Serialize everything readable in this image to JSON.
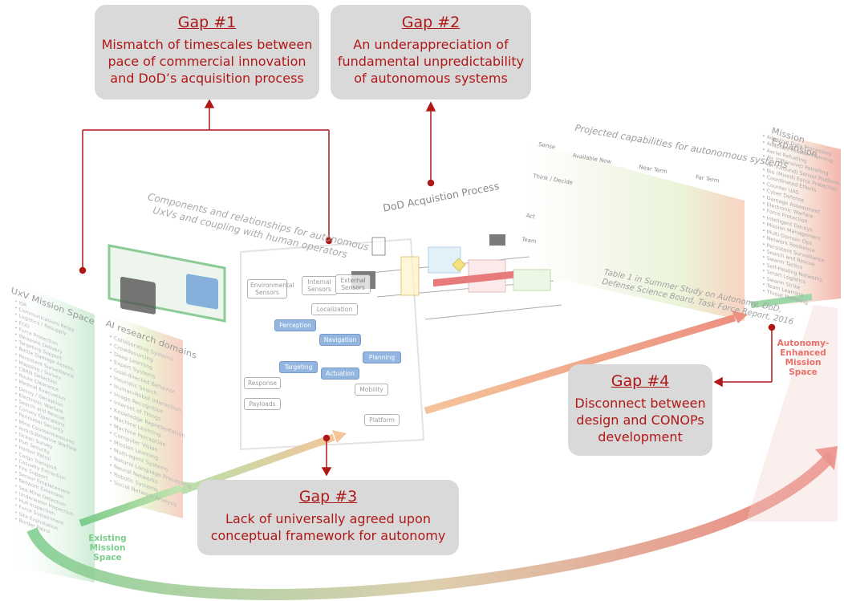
{
  "gaps": [
    {
      "title": "Gap #1",
      "lines": [
        "Mismatch of timescales between",
        "pace of commercial innovation",
        "and DoD’s acquisition process"
      ]
    },
    {
      "title": "Gap #2",
      "lines": [
        "An underappreciation of",
        "fundamental unpredictability",
        "of autonomous systems"
      ]
    },
    {
      "title": "Gap #3",
      "lines": [
        "Lack of universally agreed upon",
        "conceptual framework for autonomy"
      ]
    },
    {
      "title": "Gap #4",
      "lines": [
        "Disconnect between",
        "design and CONOPs",
        "development"
      ]
    }
  ],
  "panels": {
    "uxv": {
      "title": "UxV Mission Space",
      "items": [
        "ISR",
        "Communications Relay",
        "Logistics / Resupply",
        "EOD",
        "Force Protection",
        "Weapons Delivery",
        "Targeting Support",
        "Battle Damage Assess.",
        "Persistent Surveillance",
        "Mapping / Survey",
        "CBRN Detection",
        "Route Clearance",
        "Medical Evacuation",
        "Decoy / Deception",
        "Electronic Warfare",
        "Search and Rescue",
        "Convoy Operations",
        "Perimeter Security",
        "Mine Countermeasures",
        "Anti-Submarine Warfare",
        "Ocean Survey",
        "Port Security",
        "Harbor Patrol",
        "Cargo Transport",
        "Casualty Extraction",
        "Fire Support",
        "Sensor Emplacement",
        "Network Extension",
        "Sea Mine Detection",
        "Underwater Inspection",
        "Hull Inspection",
        "Force Sustainment",
        "Site Exploitation",
        "Border Patrol"
      ]
    },
    "ai": {
      "title": "AI research domains",
      "items": [
        "Collaborative Systems",
        "Crowdsourcing",
        "Deep Learning",
        "Expert Systems",
        "Goal-directed Behavior",
        "Heuristic Search",
        "Human-Robot Interaction",
        "Image Recognition",
        "Internet of Things",
        "Knowledge Representation",
        "Machine Learning",
        "Machine Perception",
        "Computer Vision",
        "Mission Learning",
        "Multi-agent Systems",
        "Natural Language Processing",
        "Neural Networks",
        "Robotic Systems",
        "Social Network Analysis"
      ]
    },
    "components": {
      "title_lines": [
        "Components and relationships for autonomous",
        "UxVs and coupling with human operators"
      ],
      "boxes": [
        "Environmental Sensors",
        "Internal Sensors",
        "External Sensors",
        "Localization",
        "Perception",
        "Navigation",
        "Planning",
        "Targeting",
        "Actuation",
        "Response",
        "Payloads",
        "Mobility",
        "Platform"
      ]
    },
    "acquisition": {
      "title": "DoD Acquistion Process"
    },
    "capabilities": {
      "title": "Projected capabilities for autonomous systems",
      "caption_lines": [
        "Table 1 in Summer Study on Autonomy, DoD,",
        "Defense Science Board, Task Force Report, 2016"
      ],
      "rows": [
        "Sense",
        "Think / Decide",
        "Act",
        "Team"
      ],
      "columns": [
        "Available Now",
        "Near Term",
        "Far Term"
      ]
    },
    "mission": {
      "title": "Mission Expansion",
      "items": [
        "Adaptive Data Processing",
        "Adaptive Mission Planning",
        "Aerial Refueling",
        "Air (Offensive) Patrolling",
        "Air (Ground) Sensor Platform",
        "Bio (Mixed) Force Protection",
        "Coordinated Effects",
        "Counter UAS",
        "Cyber Defense",
        "Damage Assessment",
        "Electronic Warfare",
        "Force Protection",
        "Intelligent Decoys",
        "Mission Management",
        "Multi-Domain Ops",
        "Network Resilience",
        "Persistent Surveillance",
        "Search and Rescue",
        "Swarm Tactics",
        "Self-Healing Networks",
        "Smart Logistics",
        "Swarm Strike",
        "Team Learning",
        "Threat Modeling"
      ]
    }
  },
  "labels": {
    "existing": [
      "Existing",
      "Mission",
      "Space"
    ],
    "enhanced": [
      "Autonomy-",
      "Enhanced",
      "Mission",
      "Space"
    ]
  },
  "colors": {
    "gap_box": "#d9d9d9",
    "gap_text": "#b01818",
    "connector": "#b01818",
    "existing_green": "#7ccc8c",
    "enhanced_red": "#e8706a"
  }
}
